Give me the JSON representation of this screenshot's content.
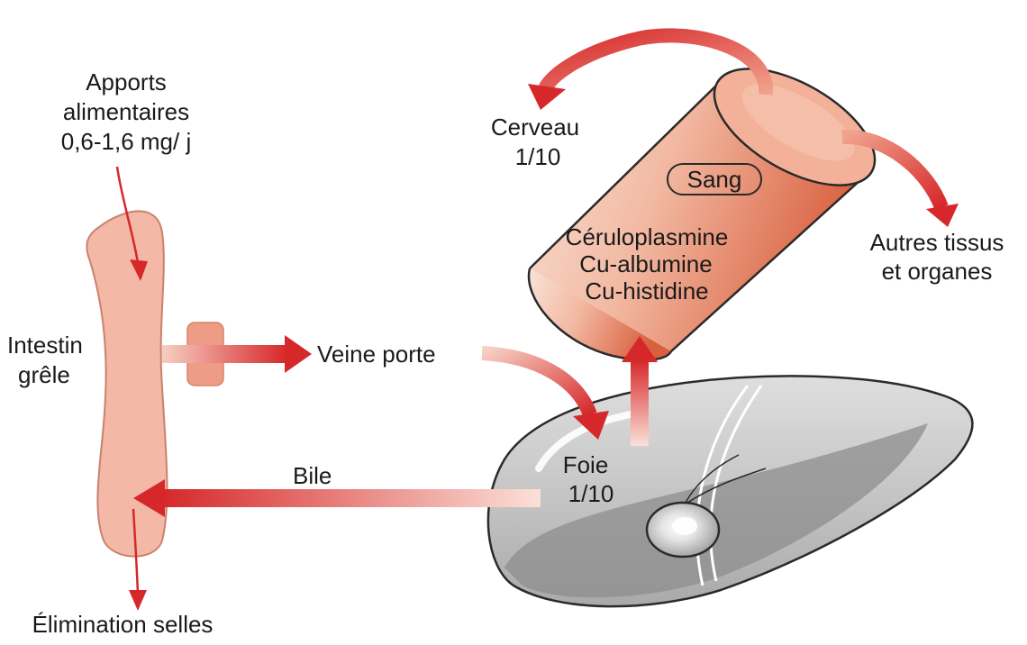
{
  "labels": {
    "intake_line1": "Apports",
    "intake_line2": "alimentaires",
    "intake_line3": "0,6-1,6 mg/ j",
    "intestine_line1": "Intestin",
    "intestine_line2": "grêle",
    "portal_vein": "Veine porte",
    "bile": "Bile",
    "liver_line1": "Foie",
    "liver_line2": "1/10",
    "brain_line1": "Cerveau",
    "brain_line2": "1/10",
    "blood": "Sang",
    "blood_carrier_1": "Céruloplasmine",
    "blood_carrier_2": "Cu-albumine",
    "blood_carrier_3": "Cu-histidine",
    "other_line1": "Autres tissus",
    "other_line2": "et organes",
    "elimination": "Élimination selles"
  },
  "colors": {
    "arrow_red": "#d6282a",
    "intestine_fill": "#f4b8a6",
    "cylinder_light": "#f6d2c2",
    "cylinder_dark": "#dd6a4b",
    "liver_light": "#d4d4d4",
    "liver_dark": "#8d8d8d"
  }
}
